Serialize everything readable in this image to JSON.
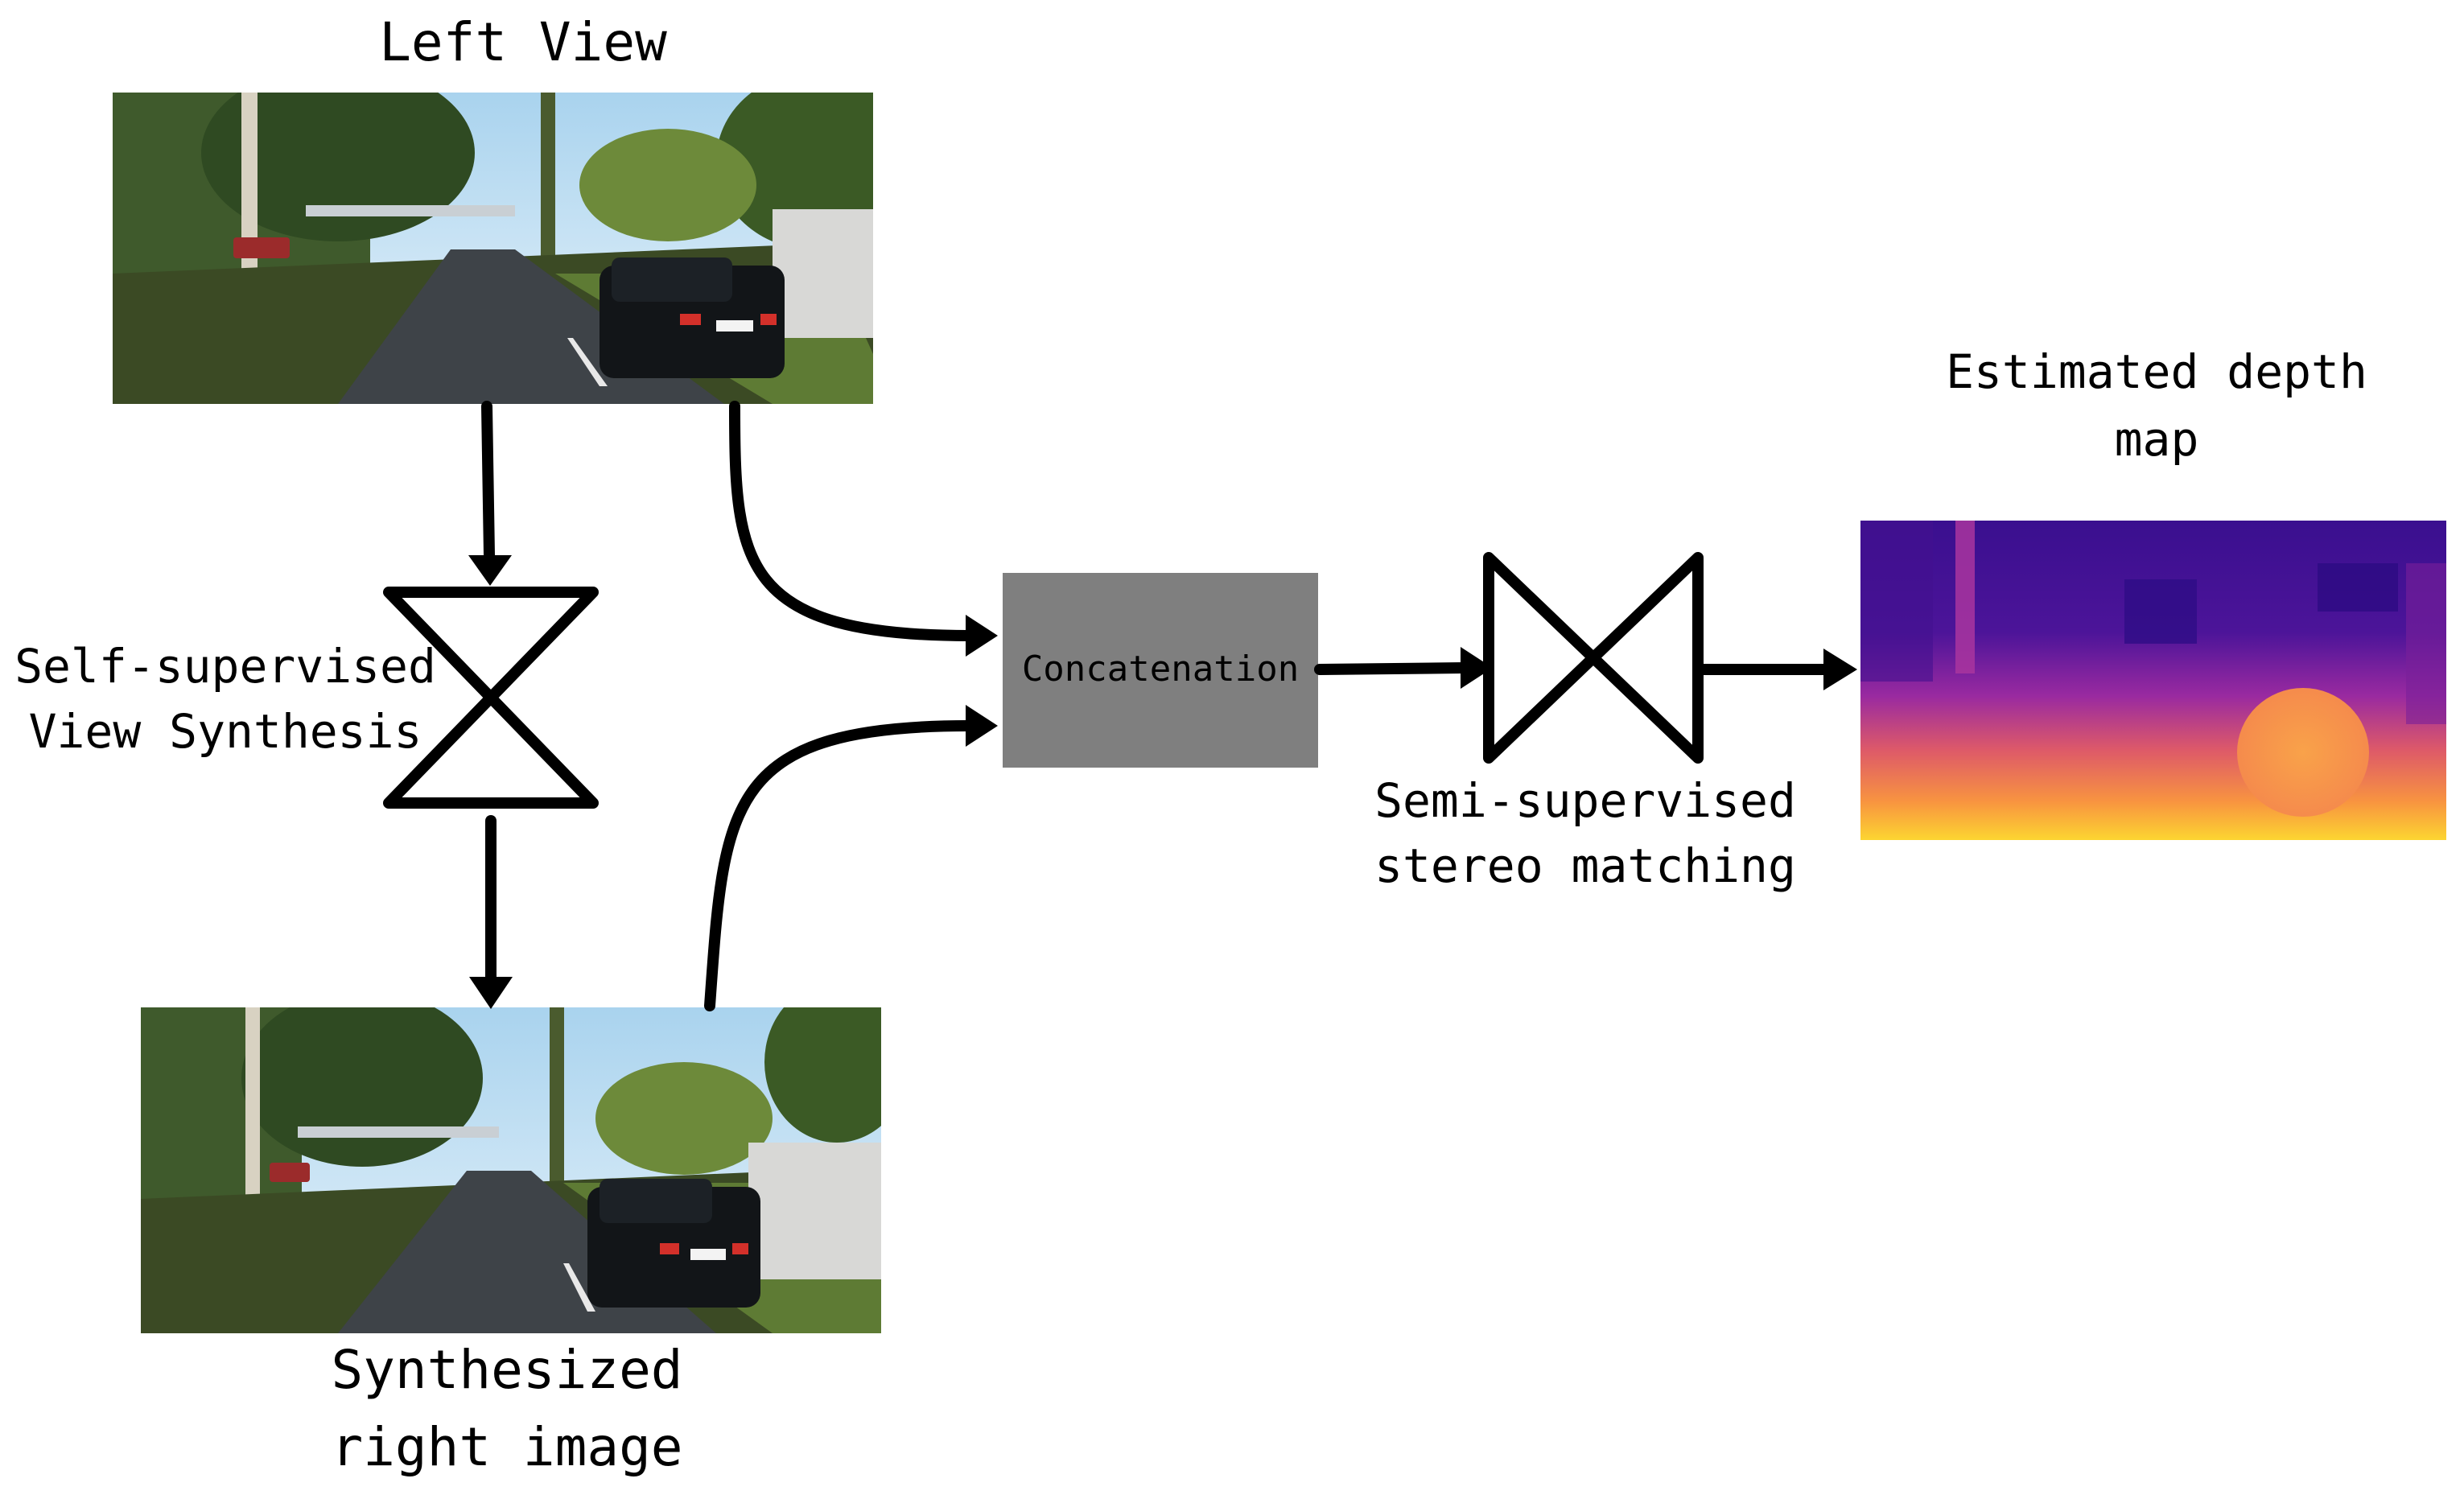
{
  "labels": {
    "left_view": "Left View",
    "view_synthesis": "Self-supervised\nView Synthesis",
    "synthesized_right": "Synthesized\nright image",
    "concatenation": "Concatenation",
    "stereo_matching": "Semi-supervised\nstereo matching",
    "depth_map": "Estimated depth\nmap"
  },
  "colors": {
    "concat_box": "#7f7f7f",
    "arrow": "#000000"
  },
  "icons": {
    "view_synthesis_block": "hourglass-bottleneck-icon",
    "stereo_matching_block": "bowtie-bottleneck-icon"
  }
}
